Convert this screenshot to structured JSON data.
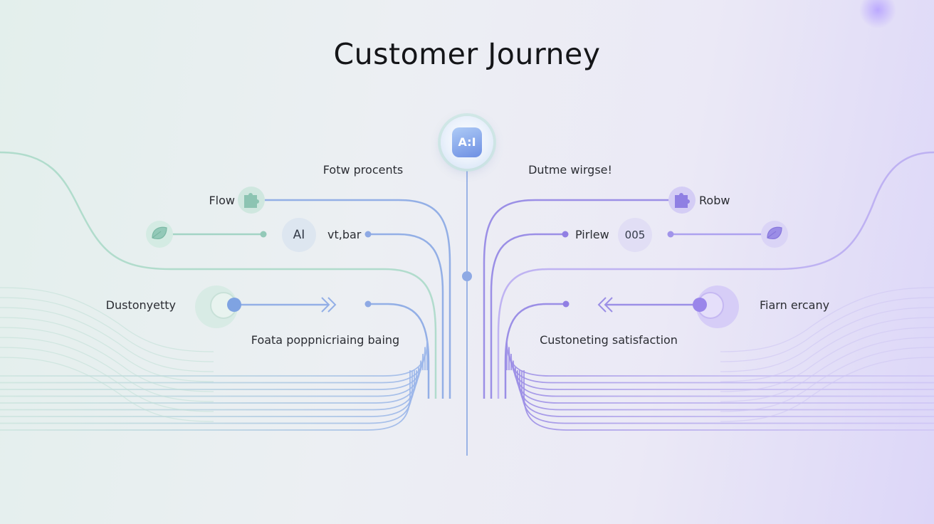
{
  "title": "Customer Journey",
  "hub": {
    "label": "A:I",
    "icon": "ai-chip-icon"
  },
  "labels": {
    "top_left": "Fotw procents",
    "top_right": "Dutme wirgse!",
    "row1_left": "Flow",
    "row1_right": "Robw",
    "row2_left_badge": "AI",
    "row2_left_tag": "vt,bar",
    "row2_right_tag": "Pirlew",
    "row2_right_badge": "005",
    "row3_left": "Dustonyetty",
    "row3_right": "Fiarn ercany",
    "row4_left": "Foata poppnicriaing baing",
    "row4_right": "Custoneting satisfaction"
  },
  "icons": {
    "row1_left": "puzzle-icon",
    "row1_right": "puzzle-icon",
    "row2_left": "leaf-icon",
    "row2_right": "leaf-icon",
    "row3_left": "target-icon",
    "row3_right": "target-icon",
    "arrows_left": "double-chevron-right-icon",
    "arrows_right": "double-chevron-left-icon"
  },
  "colors": {
    "mint": "#9fd3c3",
    "blue": "#8eaee6",
    "violet": "#9f8fe6",
    "title": "#141518"
  }
}
